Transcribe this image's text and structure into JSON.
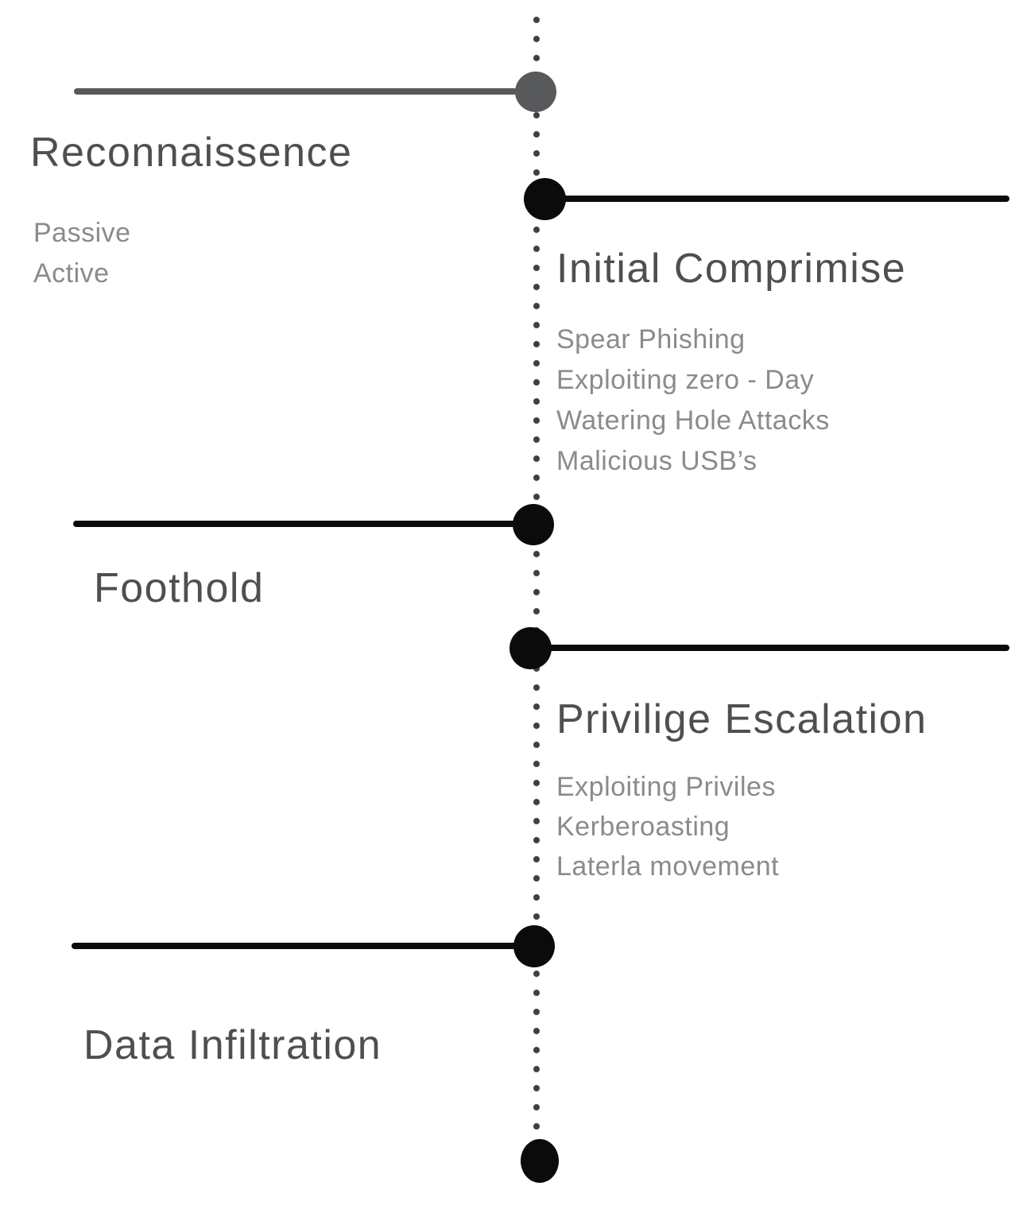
{
  "colors": {
    "background": "#ffffff",
    "axis-dot": "#3f3f3f",
    "black-ink": "#0b0b0b",
    "gray-accent": "#58595b",
    "heading-text": "#4f4f51",
    "detail-text": "#8b8b8d"
  },
  "phases": [
    {
      "name": "Reconnaissence",
      "side": "left",
      "details": [
        "Passive",
        "Active"
      ]
    },
    {
      "name": "Initial Comprimise",
      "side": "right",
      "details": [
        "Spear Phishing",
        "Exploiting zero - Day",
        "Watering Hole Attacks",
        "Malicious USB’s"
      ]
    },
    {
      "name": "Foothold",
      "side": "left",
      "details": []
    },
    {
      "name": "Privilige Escalation",
      "side": "right",
      "details": [
        "Exploiting Priviles",
        "Kerberoasting",
        "Laterla movement"
      ]
    },
    {
      "name": "Data Infiltration",
      "side": "left",
      "details": []
    }
  ]
}
